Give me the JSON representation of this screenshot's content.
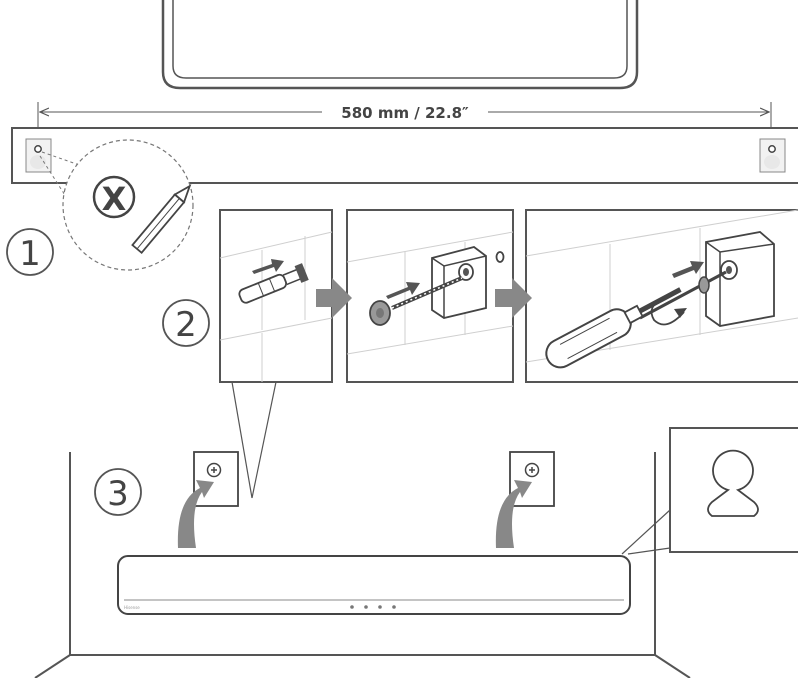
{
  "dimension_label": "580 mm / 22.8″",
  "steps": [
    {
      "number": "1"
    },
    {
      "number": "2"
    },
    {
      "number": "3"
    }
  ],
  "step1": {
    "no_screw_mark": "X"
  },
  "soundbar": {
    "brand": "Hisense"
  },
  "colors": {
    "line": "#555555",
    "arrow": "#888888",
    "panel_bg": "#ffffff",
    "pad": "#f2f2f2"
  },
  "icons": [
    "tv-outline",
    "wall-anchor-icon",
    "screw-icon",
    "bracket-icon",
    "screwdriver-icon",
    "keyhole-icon",
    "curved-arrow-icon"
  ]
}
